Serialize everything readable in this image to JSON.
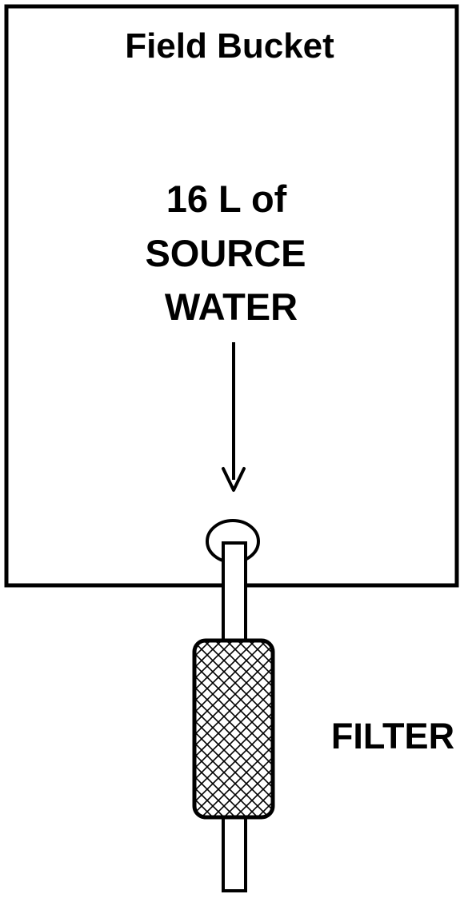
{
  "bucket": {
    "title": "Field Bucket",
    "contents_lines": [
      "16 L of",
      "SOURCE",
      "WATER"
    ]
  },
  "filter": {
    "label": "FILTER"
  },
  "colors": {
    "stroke": "#000000",
    "background": "#ffffff"
  }
}
